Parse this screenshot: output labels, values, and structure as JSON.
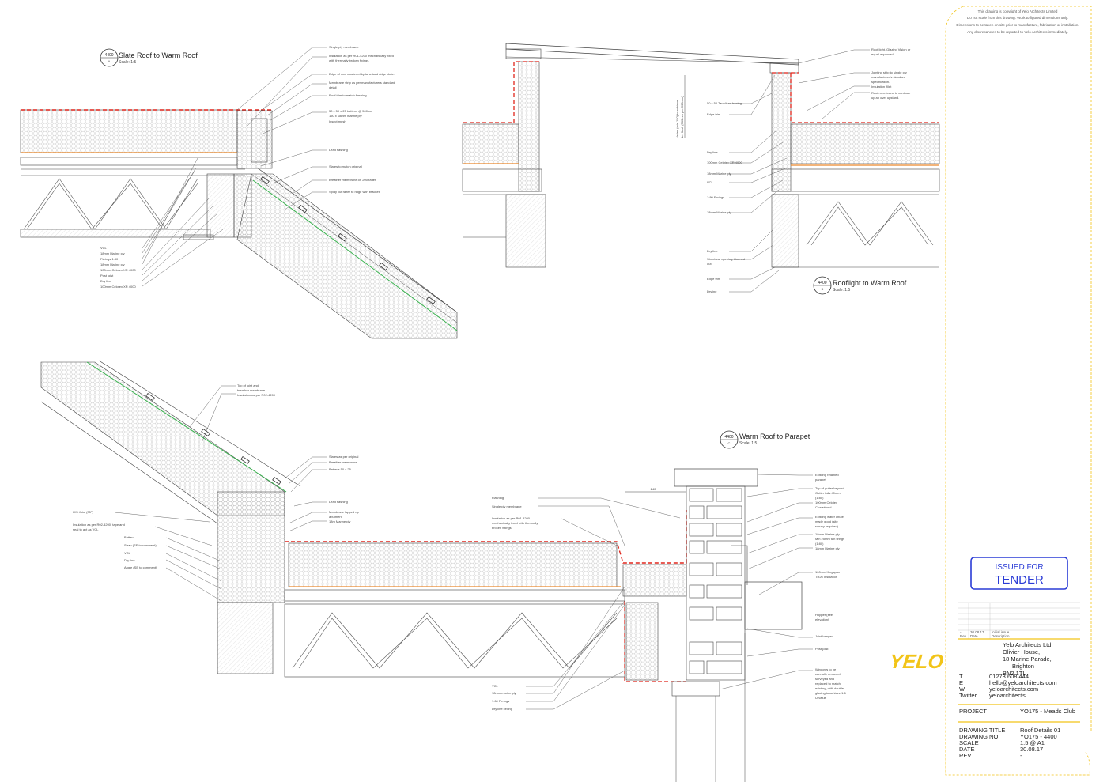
{
  "details": [
    {
      "ref": "4400",
      "sub": "A",
      "title": "Slate Roof to Warm Roof",
      "scale": "Scale: 1:5",
      "labels_right": [
        "Single ply membrane",
        "Insulation as per R01-4200 mechanically fixed",
        "with thermally broken fixings.",
        "Edge of roof mastered by tanelised ridge plate.",
        "Membrane strip as per manufacturers standard",
        "detail",
        "Roof trim to match flashing",
        "50 x 50 x 25 battens @ 500 cc",
        "150 x 18mm marine ply",
        "Insect mesh",
        "Lead flashing",
        "Slates to match original",
        "Breather membrane on 200 rafter",
        "Splay cut rafter to ridge with bracket."
      ],
      "labels_left": [
        "VCL",
        "18mm Marine ply",
        "Firrings 1:80",
        "18mm Marine ply",
        "100mm Celotex XR 4000",
        "Post joist",
        "Dry line",
        "100mm Celotex XR 4000"
      ]
    },
    {
      "ref": "4400",
      "sub": "B",
      "title": "Rooflight to Warm Roof",
      "scale": "Scale: 1:5",
      "labels_right": [
        "Roof light, Glazing Vision or",
        "equal approved.",
        "Jointing strip to single ply",
        "manufacturer's standard",
        "specification.",
        "Insulation fillet",
        "Roof membrane to continue",
        "up an over upstand."
      ],
      "labels_left": [
        "Edge trim",
        "50 x 50 Tanelised boxing",
        "Dry line",
        "100mm Celotex XR 4000",
        "18mm Marine ply",
        "VCL",
        "1:80 Firrings",
        "18mm Marine ply",
        "Dry line",
        "Structural opening trimmed",
        "out",
        "Edge trim",
        "Dryline"
      ],
      "vertical_note": [
        "Varies (min 150) to achieve",
        "1m flush (500mm per 500mm)"
      ]
    },
    {
      "ref": "4400",
      "sub": "C",
      "title": "Warm Roof to Parapet",
      "scale": "Scale: 1:5",
      "labels_top": [
        "Top of joist and",
        "breather membrane",
        "Insulation as per R02-4200",
        "Slates as per original",
        "Breather membrane",
        "Battens 50 x 25",
        "Lead flashing",
        "Membrane lapped up",
        "abutment",
        "18m Marine ply"
      ],
      "labels_left": [
        "U/S Joist (35°)",
        "Insulation as per R02-4200, tape and",
        "seal to act as VCL",
        "Batten",
        "Strap (SE to comment)",
        "VCL",
        "Dry line",
        "Angle (SE to comment)"
      ],
      "labels_mid": [
        "Flashing",
        "Single ply membrane",
        "Insulation as per R01-4200",
        "mechanically fixed with thermally",
        "broken fixings.",
        "VCL",
        "18mm marine ply",
        "1:60 Firrings",
        "Dry line ceiling"
      ],
      "dimension": "240",
      "labels_right": [
        "Existing retained",
        "parapet",
        "Top of gutter beyond.",
        "Gutter falls 40mm",
        "(1:80)",
        "100mm Celotex",
        "Crownbond",
        "Existing water chute",
        "made good (site",
        "survey required)",
        "18mm Marine ply",
        "Min 25mm tan firings",
        "(1:80)",
        "18mm Marine ply",
        "100mm Kingspan",
        "TR26 Insulation",
        "Hopper (see",
        "elevation)",
        "Joist hanger",
        "Post-joist",
        "Windows to be",
        "carefully removed,",
        "surveyed and",
        "replaced to match",
        "existing, with double",
        "glazing to achieve 1.6",
        "U-value"
      ]
    }
  ],
  "title_block": {
    "copyright_notes": [
      "This drawing is copyright of Yelo Architects Limited",
      "Do not scale from this drawing. Work to figured dimensions only.",
      "Dimensions to be taken on site prior to manufacture, fabrication or installation.",
      "Any discrepancies to be reported to Yelo Architects immediately."
    ],
    "stamp": [
      "ISSUED FOR",
      "TENDER"
    ],
    "revision": {
      "rev": "-",
      "date": "30.08.17",
      "description": "Initial issue"
    },
    "revision_headers": [
      "Rev",
      "Date",
      "Description"
    ],
    "logo": "YELO",
    "company": [
      "Yelo Architects Ltd",
      "Olivier House,",
      "18 Marine Parade,",
      "Brighton",
      "BN2 1TL"
    ],
    "contacts": [
      {
        "k": "T",
        "v": "01273 608 444"
      },
      {
        "k": "E",
        "v": "hello@yeloarchitects.com"
      },
      {
        "k": "W",
        "v": "yeloarchitects.com"
      },
      {
        "k": "Twitter",
        "v": "yeloarchitects"
      }
    ],
    "project_label": "PROJECT",
    "project_value": "YO175 - Meads Club",
    "fields": [
      {
        "k": "DRAWING TITLE",
        "v": "Roof Details 01"
      },
      {
        "k": "DRAWING NO",
        "v": "YO175 - 4400"
      },
      {
        "k": "SCALE",
        "v": "1:5 @ A1"
      },
      {
        "k": "DATE",
        "v": "30.08.17"
      },
      {
        "k": "REV",
        "v": "-"
      }
    ]
  },
  "colors": {
    "membrane": "#e0251b",
    "ply": "#e9882a",
    "breather": "#37b24d",
    "accent": "#f2c418",
    "stamp": "#2a3bd6",
    "line": "#333333"
  }
}
